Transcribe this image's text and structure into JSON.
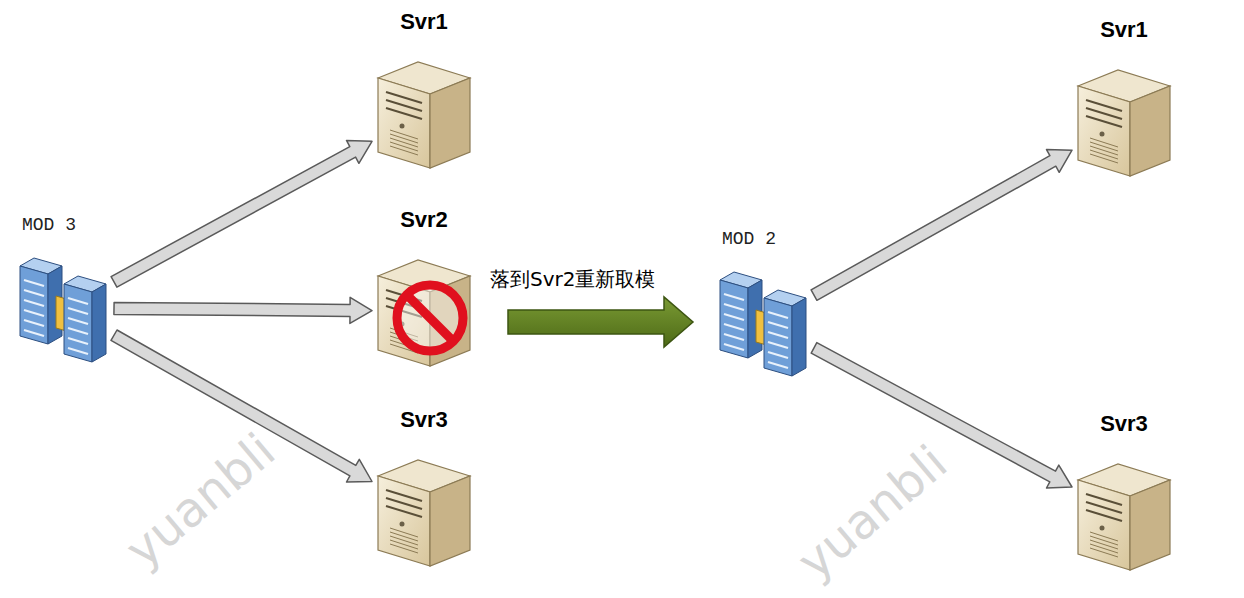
{
  "diagram": {
    "nodes": [
      {
        "text": [
          "MOD 3"
        ]
      },
      {
        "text": [
          "Svr1"
        ]
      },
      {
        "text": [
          "Svr2"
        ]
      },
      {
        "text": [
          "Svr3"
        ]
      },
      {
        "text": [
          "MOD 2"
        ]
      },
      {
        "text": [
          "Svr1"
        ]
      },
      {
        "text": [
          "Svr3"
        ]
      }
    ],
    "edges": [
      {
        "from": 0,
        "to": 1,
        "arrow": "to"
      },
      {
        "from": 0,
        "to": 2,
        "arrow": "to"
      },
      {
        "from": 0,
        "to": 3,
        "arrow": "to"
      },
      {
        "from": 4,
        "to": 5,
        "arrow": "to"
      },
      {
        "from": 4,
        "to": 6,
        "arrow": "to"
      }
    ],
    "labels": [
      "落到Svr2重新取模",
      "yuanbli",
      "yuanbli"
    ]
  }
}
